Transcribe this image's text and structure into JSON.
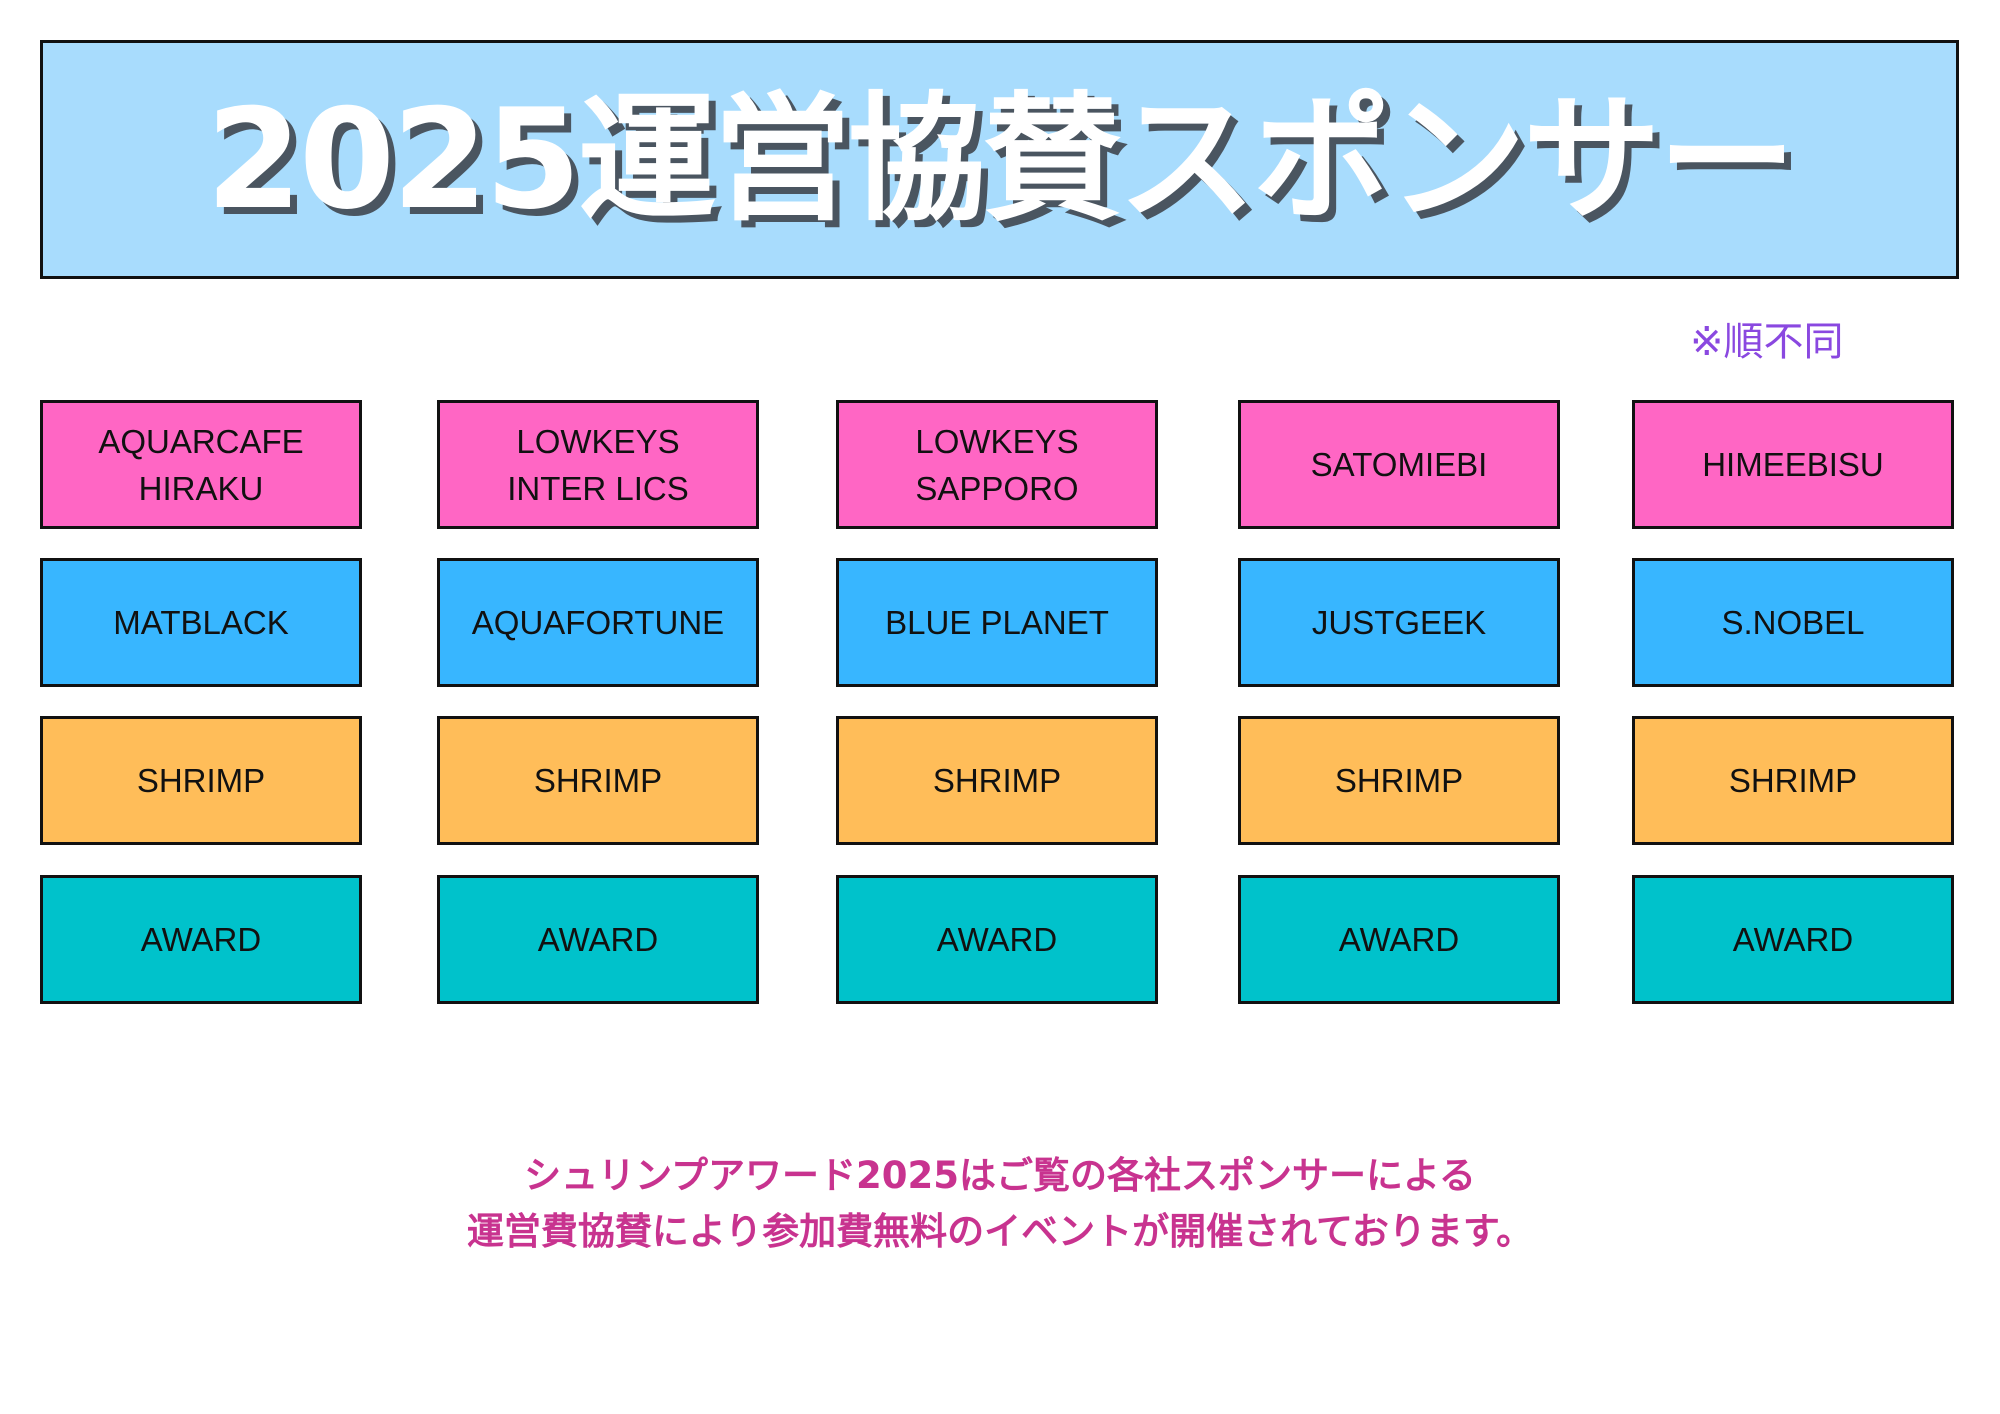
{
  "title": "2025運営協賛スポンサー",
  "note": "※順不同",
  "colors": {
    "banner_bg": "#a8dcfd",
    "row_pink": "#ff66c4",
    "row_blue": "#38b6ff",
    "row_orange": "#ffbd59",
    "row_teal": "#00c2cb",
    "note_text": "#8a48e0",
    "footer_text": "#c8338f"
  },
  "rows": [
    {
      "color": "#ff66c4",
      "tiles": [
        {
          "label": "AQUARCAFE\nHIRAKU"
        },
        {
          "label": "LOWKEYS\nINTER LICS"
        },
        {
          "label": "LOWKEYS\nSAPPORO"
        },
        {
          "label": "SATOMIEBI"
        },
        {
          "label": "HIMEEBISU"
        }
      ]
    },
    {
      "color": "#38b6ff",
      "tiles": [
        {
          "label": "MATBLACK"
        },
        {
          "label": "AQUAFORTUNE"
        },
        {
          "label": "BLUE PLANET"
        },
        {
          "label": "JUSTGEEK"
        },
        {
          "label": "S.NOBEL"
        }
      ]
    },
    {
      "color": "#ffbd59",
      "tiles": [
        {
          "label": "SHRIMP"
        },
        {
          "label": "SHRIMP"
        },
        {
          "label": "SHRIMP"
        },
        {
          "label": "SHRIMP"
        },
        {
          "label": "SHRIMP"
        }
      ]
    },
    {
      "color": "#00c2cb",
      "tiles": [
        {
          "label": "AWARD"
        },
        {
          "label": "AWARD"
        },
        {
          "label": "AWARD"
        },
        {
          "label": "AWARD"
        },
        {
          "label": "AWARD"
        }
      ]
    }
  ],
  "footer": {
    "line1": "シュリンプアワード2025はご覧の各社スポンサーによる",
    "line2": "運営費協賛により参加費無料のイベントが開催されております。"
  }
}
